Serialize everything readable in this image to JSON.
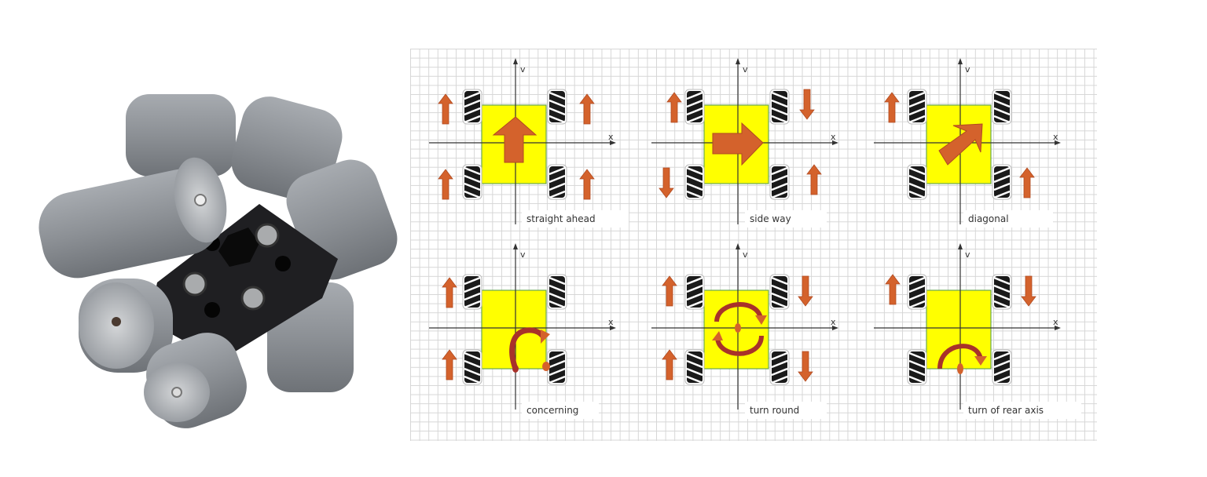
{
  "photo": {
    "subject": "mecanum wheel",
    "colors": {
      "roller": "#8e9297",
      "roller_highlight": "#b4b7bb",
      "hub": "#1e1e20",
      "bolt": "#a9abad"
    }
  },
  "diagram": {
    "colors": {
      "body": "#ffff00",
      "body_border": "#6aa84f",
      "arrow": "#d4622c",
      "arrow_dark": "#a8322a",
      "axis": "#333333",
      "wheel": "#1a1a1a",
      "grid": "#d6d6d6"
    },
    "axis_labels": {
      "x": "x",
      "y": "v"
    },
    "panels": [
      {
        "label": "straight ahead",
        "wheels": {
          "front_left": "up",
          "front_right": "up",
          "rear_left": "up",
          "rear_right": "up"
        },
        "center_icon": "arrow-up"
      },
      {
        "label": "side way",
        "wheels": {
          "front_left": "up",
          "front_right": "down",
          "rear_left": "down",
          "rear_right": "up"
        },
        "center_icon": "arrow-right"
      },
      {
        "label": "diagonal",
        "wheels": {
          "front_left": "up",
          "front_right": "none",
          "rear_left": "none",
          "rear_right": "up"
        },
        "center_icon": "arrow-up-right"
      },
      {
        "label": "concerning",
        "wheels": {
          "front_left": "up",
          "front_right": "none",
          "rear_left": "up",
          "rear_right": "none"
        },
        "center_icon": "rotate-about-rear-right-wheel"
      },
      {
        "label": "turn round",
        "wheels": {
          "front_left": "up",
          "front_right": "down",
          "rear_left": "up",
          "rear_right": "down"
        },
        "center_icon": "rotate-clockwise-center"
      },
      {
        "label": "turn of rear axis",
        "wheels": {
          "front_left": "up",
          "front_right": "down",
          "rear_left": "none",
          "rear_right": "none"
        },
        "center_icon": "rotate-about-rear-axis"
      }
    ]
  }
}
